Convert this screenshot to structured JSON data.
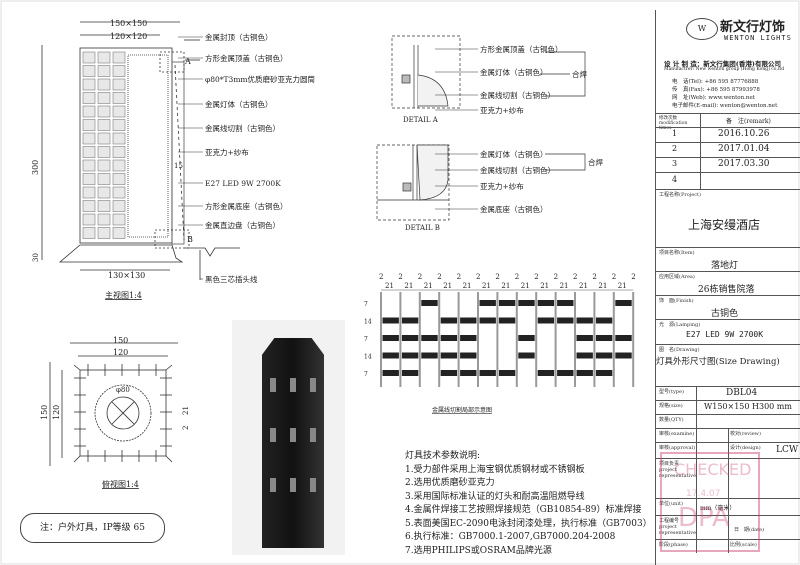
{
  "front_view": {
    "dim_outer": "150×150",
    "dim_inner": "120×120",
    "dim_height": "300",
    "dim_base": "130×130",
    "dim_side": "15",
    "dim_foot": "30",
    "marker_a": "A",
    "marker_b": "B",
    "title": "主视图1:4",
    "labels": [
      "金属封顶（古铜色）",
      "方形金属顶盖（古铜色）",
      "φ80*T3mm优质磨砂亚克力圆筒",
      "金属灯体（古铜色）",
      "金属线切割（古铜色）",
      "亚克力+纱布",
      "E27 LED 9W 2700K",
      "方形金属底座（古铜色）",
      "金属直边盘（古铜色）",
      "黑色三芯插头线"
    ]
  },
  "top_view": {
    "dim_outer": "150",
    "dim_inner": "120",
    "dim_diameter": "φ80",
    "dim_gap": "21",
    "dim_bar": "2",
    "title": "俯视图1:4"
  },
  "note": "注：户外灯具，IP等级 65",
  "detail_a": {
    "title": "DETAIL A",
    "labels": [
      "方形金属顶盖（古铜色）",
      "金属灯体（古铜色）",
      "金属线切割（古铜色）",
      "亚克力+纱布"
    ],
    "weld": "合焊"
  },
  "detail_b": {
    "title": "DETAIL B",
    "labels": [
      "金属灯体（古铜色）",
      "金属线切割（古铜色）",
      "亚克力+纱布",
      "金属底座（古铜色）"
    ],
    "weld": "合焊"
  },
  "pattern": {
    "caption": "金属线切割局部示意图",
    "col_label": "21",
    "bar_label": "2",
    "row_labels": [
      "7",
      "14"
    ],
    "rows": [
      "0010011111001",
      "1101111011110",
      "1111100100111",
      "1111100100111",
      "1101111011110"
    ]
  },
  "tech": {
    "title": "灯具技术参数说明:",
    "items": [
      "1.受力部件采用上海宝钢优质钢材或不锈钢板",
      "2.选用优质磨砂亚克力",
      "3.采用国际标准认证的灯头和耐高温阻燃导线",
      "4.金属件焊接工艺按照焊接规范（GB10854-89）标准焊接",
      "5.表面美国EC-2090电泳封闭漆处理，执行标准（GB7003）",
      "6.执行标准：GB7000.1-2007,GB7000.204-2008",
      "7.选用PHILIPS或OSRAM品牌光源"
    ]
  },
  "title_block": {
    "logo_cn": "新文行灯饰",
    "logo_en": "WENTON LIGHTS",
    "company": "设 计 制 造：新文行集团(香港)有限公司",
    "company_en": "Manufactrer: New wenton group (Hong Kong) co,ltd",
    "tel": "电　话(Tel): +86 595 87776888",
    "fax": "传　真(Fax): +86 595 87993978",
    "web": "网　址(Web): www.wenton.net",
    "email": "电子邮件(E-mail): wenton@wenton.net",
    "rev_header": "修改次数 modification times",
    "remark_header": "备　注(remark)",
    "revisions": [
      {
        "n": "1",
        "date": "2016.10.26"
      },
      {
        "n": "2",
        "date": "2017.01.04"
      },
      {
        "n": "3",
        "date": "2017.03.30"
      },
      {
        "n": "4",
        "date": ""
      }
    ],
    "project_label": "工程名称(Project)",
    "project": "上海安缦酒店",
    "item_label": "项目名称(Item)",
    "item": "落地灯",
    "area_label": "应用区域(Area)",
    "area": "26栋销售院落",
    "finish_label": "饰　面(Finish)",
    "finish": "古铜色",
    "lamp_label": "光　源(Lamping)",
    "lamp": "E27 LED 9W 2700K",
    "drawing_label": "图　名(Drawing)",
    "drawing": "灯具外形尺寸图(Size Drawing)",
    "type_label": "型号(type)",
    "type": "DBL04",
    "size_label": "规格(size)",
    "size": "W150×150 H300 mm",
    "qty_label": "数量(QTY)",
    "examine_label": "审核(examine)",
    "review_label": "校对(review)",
    "approval_label": "审核(approval)",
    "design_label": "设计(design)",
    "designer": "LCW",
    "rep_label": "项目负责 project representative",
    "unit_label": "单位(unit)",
    "unit": "mm（毫米）",
    "projno_label": "工程编号 project representative",
    "date_label": "日　期(date)",
    "phase_label": "阶段(phase)",
    "scale_label": "比例(scale)",
    "stamp_text": "CHECKED",
    "stamp_date": "17.4.07",
    "stamp_org": "DPA"
  }
}
